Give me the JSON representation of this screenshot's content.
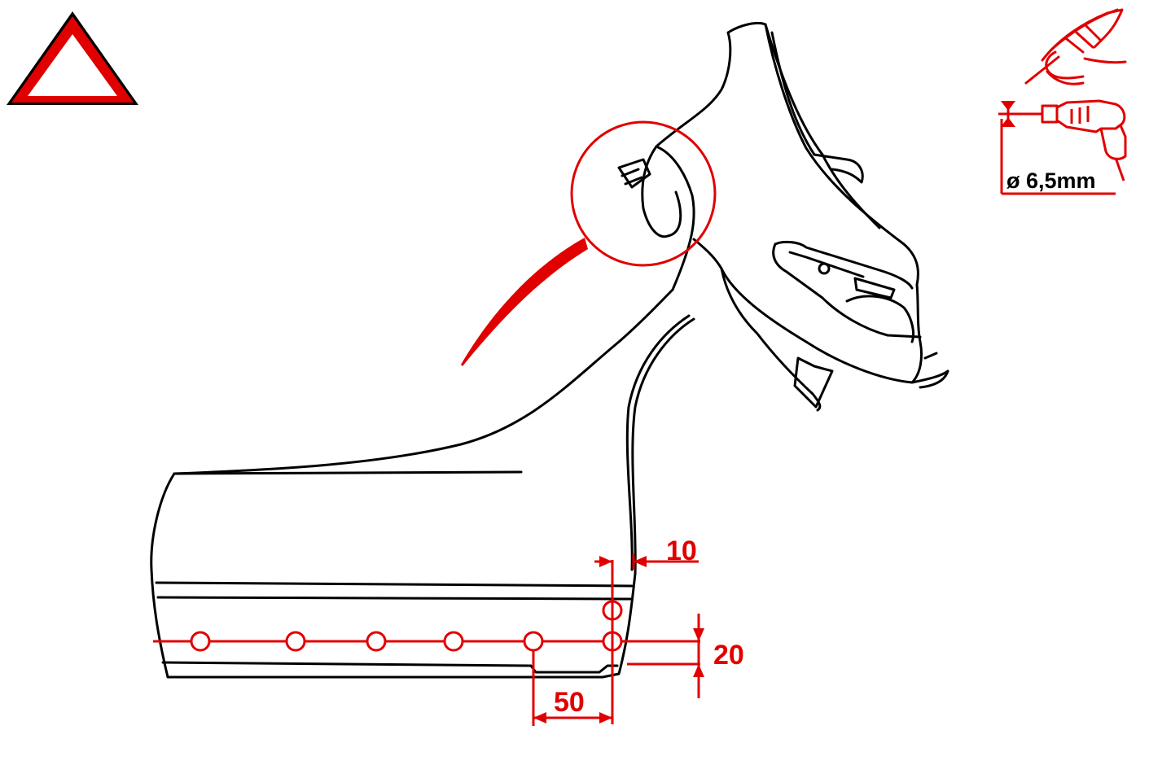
{
  "colors": {
    "accent": "#e10000",
    "line": "#000000",
    "background": "#ffffff"
  },
  "icons": {
    "warning": "warning-triangle-icon",
    "hand_tool": "hand-chisel-icon",
    "drill": "drill-icon"
  },
  "drill_label": "ø 6,5mm",
  "dimensions": {
    "edge_offset": "10",
    "row_offset": "20",
    "hole_spacing": "50"
  }
}
